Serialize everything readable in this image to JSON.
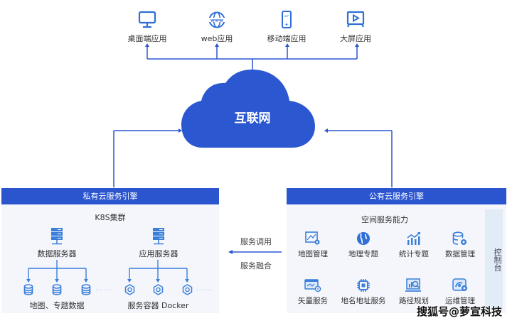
{
  "apps": [
    {
      "label": "桌面端应用",
      "icon": "desktop-monitor-icon"
    },
    {
      "label": "web应用",
      "icon": "www-globe-icon"
    },
    {
      "label": "移动端应用",
      "icon": "mobile-phone-icon"
    },
    {
      "label": "大屏应用",
      "icon": "large-screen-play-icon"
    }
  ],
  "cloud": {
    "label": "互联网"
  },
  "private_cloud": {
    "title": "私有云服务引擎",
    "cluster": "K8S集群",
    "data_server": {
      "label": "数据服务器",
      "children_label": "地图、专题数据",
      "ellipsis": "......"
    },
    "app_server": {
      "label": "应用服务器",
      "children_label": "服务容器 Docker",
      "ellipsis": "......"
    }
  },
  "link": {
    "top": "服务调用",
    "bottom": "服务融合"
  },
  "public_cloud": {
    "title": "公有云服务引擎",
    "subtitle": "空间服务能力",
    "control": "控制台",
    "services": [
      {
        "label": "地图管理",
        "icon": "map-settings-icon"
      },
      {
        "label": "地理专题",
        "icon": "globe-icon"
      },
      {
        "label": "统计专题",
        "icon": "bar-chart-trend-icon"
      },
      {
        "label": "数据管理",
        "icon": "database-settings-icon"
      },
      {
        "label": "矢量服务",
        "icon": "vector-layer-icon"
      },
      {
        "label": "地名地址服务",
        "icon": "chip-icon"
      },
      {
        "label": "路径规划",
        "icon": "route-search-icon"
      },
      {
        "label": "运维管理",
        "icon": "ops-management-icon"
      }
    ]
  },
  "watermark": "搜狐号@萝宣科技",
  "colors": {
    "primary": "#2b55cf",
    "icon": "#2f6fd6",
    "panel_bg": "#f4f6fb",
    "control_bg": "#e2ecf7"
  }
}
